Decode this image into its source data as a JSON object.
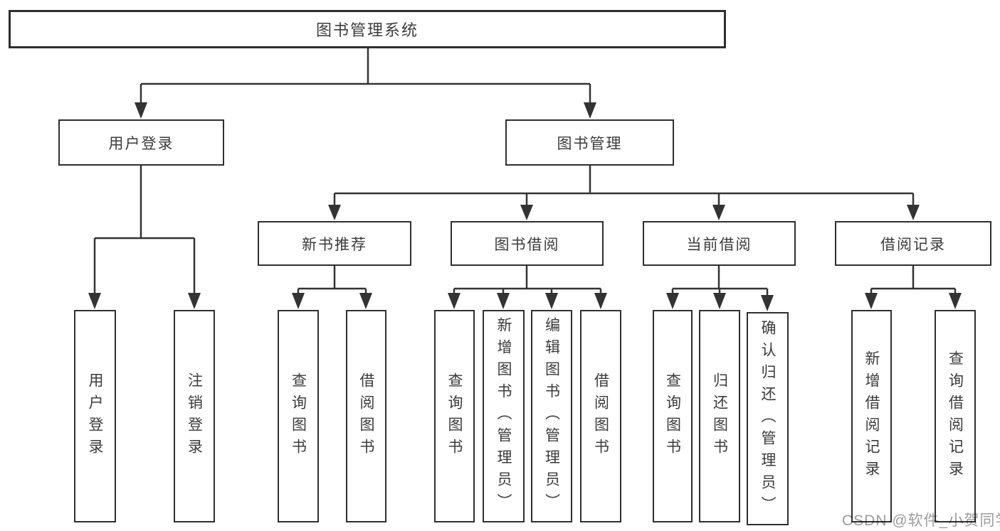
{
  "diagram_title": "图书管理系统",
  "tree": {
    "root": {
      "label": "图书管理系统"
    },
    "branches": [
      {
        "label": "用户登录",
        "children": [
          {
            "label": "用户登录"
          },
          {
            "label": "注销登录"
          }
        ]
      },
      {
        "label": "图书管理",
        "children": [
          {
            "label": "新书推荐",
            "children": [
              {
                "label": "查询图书"
              },
              {
                "label": "借阅图书"
              }
            ]
          },
          {
            "label": "图书借阅",
            "children": [
              {
                "label": "查询图书"
              },
              {
                "label": "新增图书（管理员）"
              },
              {
                "label": "编辑图书（管理员）"
              },
              {
                "label": "借阅图书"
              }
            ]
          },
          {
            "label": "当前借阅",
            "children": [
              {
                "label": "查询图书"
              },
              {
                "label": "归还图书"
              },
              {
                "label": "确认归还（管理员）"
              }
            ]
          },
          {
            "label": "借阅记录",
            "children": [
              {
                "label": "新增借阅记录"
              },
              {
                "label": "查询借阅记录"
              }
            ]
          }
        ]
      }
    ]
  },
  "watermark": {
    "text": "CSDN @软件_小贺同学"
  },
  "colors": {
    "line": "#333333",
    "border": "#2f2f2f",
    "text": "#3b3b3b",
    "background": "#ffffff",
    "watermark": "#9c9c9c"
  }
}
